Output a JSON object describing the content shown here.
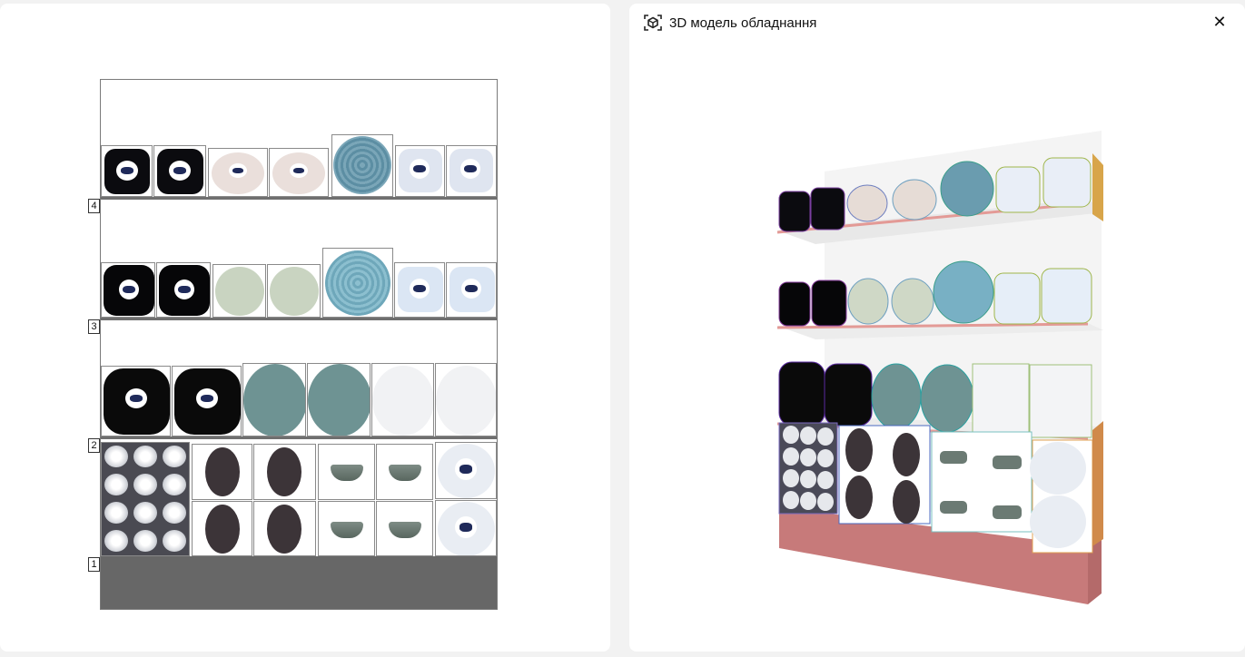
{
  "planogram": {
    "shelf_numbers": [
      "1",
      "2",
      "3",
      "4"
    ]
  },
  "model_panel": {
    "title": "3D модель обладнання",
    "close_label": "✕",
    "icon": "cube-scan-icon"
  },
  "colors": {
    "page_background": "#f2f2f2",
    "panel_background": "#ffffff",
    "shelf": "#6f6f6f",
    "base": "#676767",
    "model_base": "#c77a7a",
    "model_shelf_edge": "#e39a96"
  }
}
